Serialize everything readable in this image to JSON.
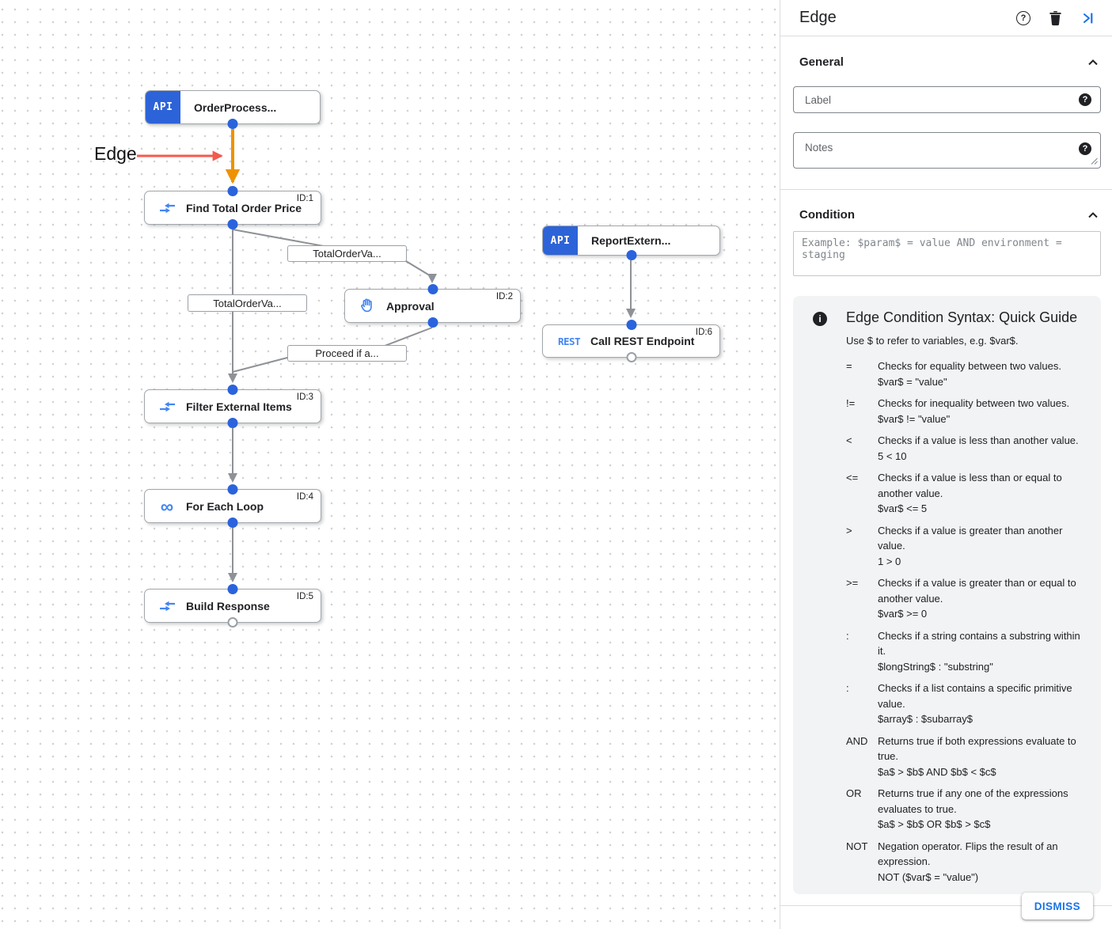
{
  "canvas": {
    "annotation": {
      "label": "Edge"
    },
    "nodes": {
      "order_trigger": {
        "label": "OrderProcess...",
        "icon": "api-trigger-icon",
        "icon_text": "API"
      },
      "find_total": {
        "label": "Find Total Order Price",
        "id_tag": "ID:1",
        "icon": "data-mapping-icon"
      },
      "approval": {
        "label": "Approval",
        "id_tag": "ID:2",
        "icon": "approval-hand-icon"
      },
      "filter_items": {
        "label": "Filter External Items",
        "id_tag": "ID:3",
        "icon": "data-mapping-icon"
      },
      "for_each": {
        "label": "For Each Loop",
        "id_tag": "ID:4",
        "icon": "loop-icon",
        "icon_glyph": "∞"
      },
      "build_response": {
        "label": "Build Response",
        "id_tag": "ID:5",
        "icon": "data-mapping-icon"
      },
      "report_trigger": {
        "label": "ReportExtern...",
        "icon": "api-trigger-icon",
        "icon_text": "API"
      },
      "call_rest": {
        "label": "Call REST Endpoint",
        "id_tag": "ID:6",
        "icon": "rest-icon",
        "icon_text": "REST"
      }
    },
    "edge_labels": [
      "TotalOrderVa...",
      "TotalOrderVa...",
      "Proceed if a..."
    ]
  },
  "panel": {
    "title": "Edge",
    "general": {
      "heading": "General",
      "label_placeholder": "Label",
      "notes_placeholder": "Notes"
    },
    "condition": {
      "heading": "Condition",
      "placeholder": "Example: $param$ = value AND environment = staging"
    },
    "guide": {
      "title": "Edge Condition Syntax: Quick Guide",
      "subtitle": "Use $ to refer to variables, e.g. $var$.",
      "items": [
        {
          "op": "=",
          "desc": "Checks for equality between two values.",
          "example": "$var$ = \"value\""
        },
        {
          "op": "!=",
          "desc": "Checks for inequality between two values.",
          "example": "$var$ != \"value\""
        },
        {
          "op": "<",
          "desc": "Checks if a value is less than another value.",
          "example": "5 < 10"
        },
        {
          "op": "<=",
          "desc": "Checks if a value is less than or equal to another value.",
          "example": "$var$ <= 5"
        },
        {
          "op": ">",
          "desc": "Checks if a value is greater than another value.",
          "example": "1 > 0"
        },
        {
          "op": ">=",
          "desc": "Checks if a value is greater than or equal to another value.",
          "example": "$var$ >= 0"
        },
        {
          "op": ":",
          "desc": "Checks if a string contains a substring within it.",
          "example": "$longString$ : \"substring\""
        },
        {
          "op": ":",
          "desc": "Checks if a list contains a specific primitive value.",
          "example": "$array$ : $subarray$"
        },
        {
          "op": "AND",
          "desc": "Returns true if both expressions evaluate to true.",
          "example": "$a$ > $b$ AND $b$ < $c$"
        },
        {
          "op": "OR",
          "desc": "Returns true if any one of the expressions evaluates to true.",
          "example": "$a$ > $b$ OR $b$ > $c$"
        },
        {
          "op": "NOT",
          "desc": "Negation operator. Flips the result of an expression.",
          "example": "NOT ($var$ = \"value\")"
        }
      ]
    },
    "dismiss_label": "DISMISS"
  },
  "glyphs": {
    "question": "?",
    "info": "i"
  },
  "colors": {
    "accent_blue": "#1a73e8",
    "icon_blue": "#4285f4",
    "trigger_blue": "#2d63d8",
    "edge_orange": "#ed9203",
    "annotation_red": "#f4594e",
    "edge_gray": "#8e9196"
  }
}
